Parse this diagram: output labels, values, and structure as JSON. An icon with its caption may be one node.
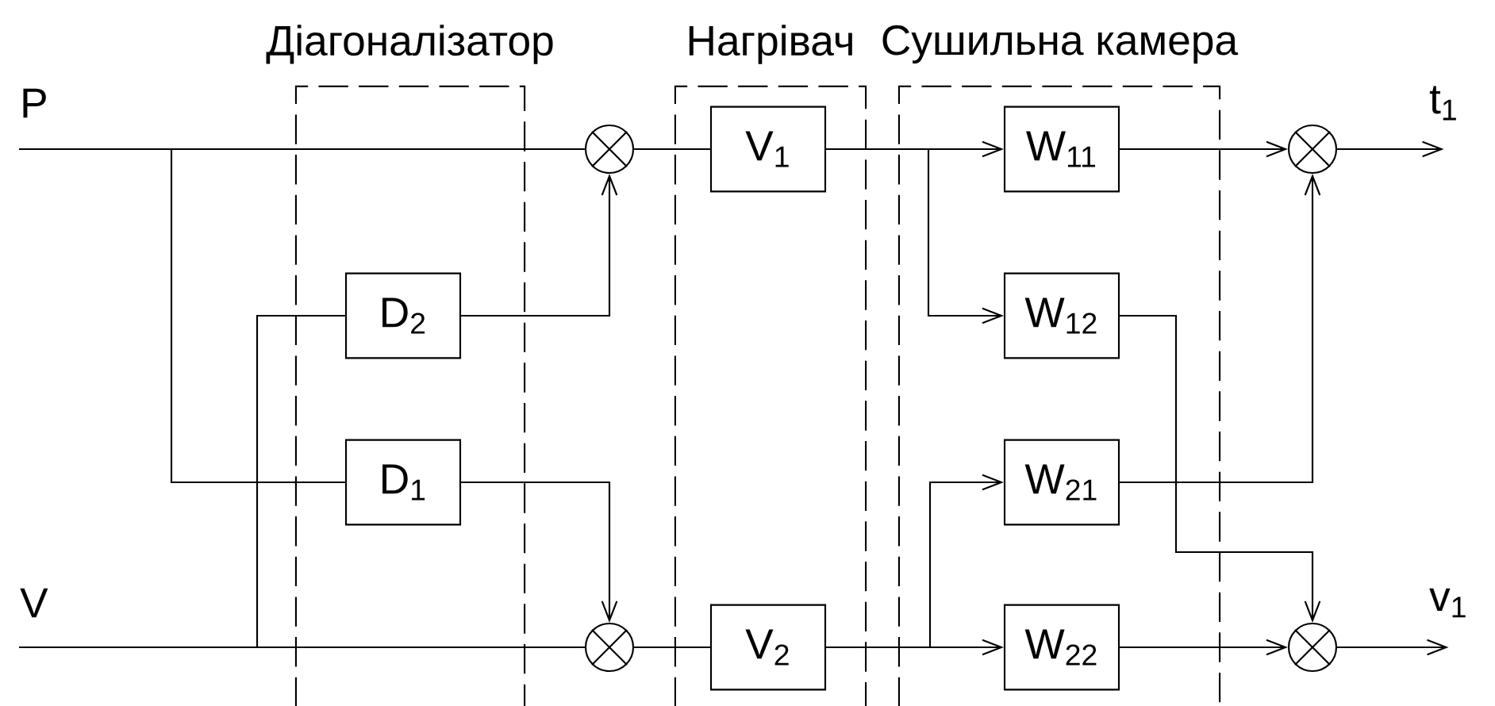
{
  "diagram": {
    "nodes": [
      {
        "text": [
          "Діагоналізатор"
        ]
      },
      {
        "text": [
          "D$_{2}$"
        ],
        "in": 0
      },
      {
        "text": [
          "D$_{1}$"
        ],
        "in": 0
      },
      {
        "text": [
          "Нагрівач"
        ]
      },
      {
        "text": [
          "V$_{1}$"
        ],
        "in": 3
      },
      {
        "text": [
          "V$_{2}$"
        ],
        "in": 3
      },
      {
        "text": [
          "Сушильна камера"
        ]
      },
      {
        "text": [
          "W$_{11}$"
        ],
        "in": 6
      },
      {
        "text": [
          "W$_{12}$"
        ],
        "in": 6
      },
      {
        "text": [
          "W$_{21}$"
        ],
        "in": 6
      },
      {
        "text": [
          "W$_{22}$"
        ],
        "in": 6
      },
      {
        "text": [],
        "shape": "circle"
      },
      {
        "text": [],
        "shape": "circle"
      },
      {
        "text": [],
        "shape": "circle"
      },
      {
        "text": [],
        "shape": "circle"
      },
      {
        "text": [
          "P"
        ]
      },
      {
        "text": [
          "V"
        ]
      },
      {
        "text": [
          "t$_{1}$"
        ]
      },
      {
        "text": [
          "v$_{1}$"
        ]
      }
    ],
    "edges": [
      {
        "from": 15,
        "to": 11,
        "arrow": "none"
      },
      {
        "from": 15,
        "to": 2,
        "arrow": "none"
      },
      {
        "from": 16,
        "to": 12,
        "arrow": "none"
      },
      {
        "from": 16,
        "to": 1,
        "arrow": "none"
      },
      {
        "from": 1,
        "to": 11,
        "arrow": "to"
      },
      {
        "from": 2,
        "to": 12,
        "arrow": "to"
      },
      {
        "from": 11,
        "to": 4,
        "arrow": "none"
      },
      {
        "from": 12,
        "to": 5,
        "arrow": "none"
      },
      {
        "from": 4,
        "to": 7,
        "arrow": "to"
      },
      {
        "from": 4,
        "to": 8,
        "arrow": "to"
      },
      {
        "from": 5,
        "to": 9,
        "arrow": "to"
      },
      {
        "from": 5,
        "to": 10,
        "arrow": "to"
      },
      {
        "from": 7,
        "to": 13,
        "arrow": "to"
      },
      {
        "from": 9,
        "to": 13,
        "arrow": "to"
      },
      {
        "from": 8,
        "to": 14,
        "arrow": "to"
      },
      {
        "from": 10,
        "to": 14,
        "arrow": "to"
      },
      {
        "from": 13,
        "to": 17,
        "arrow": "to"
      },
      {
        "from": 14,
        "to": 18,
        "arrow": "to"
      }
    ]
  }
}
